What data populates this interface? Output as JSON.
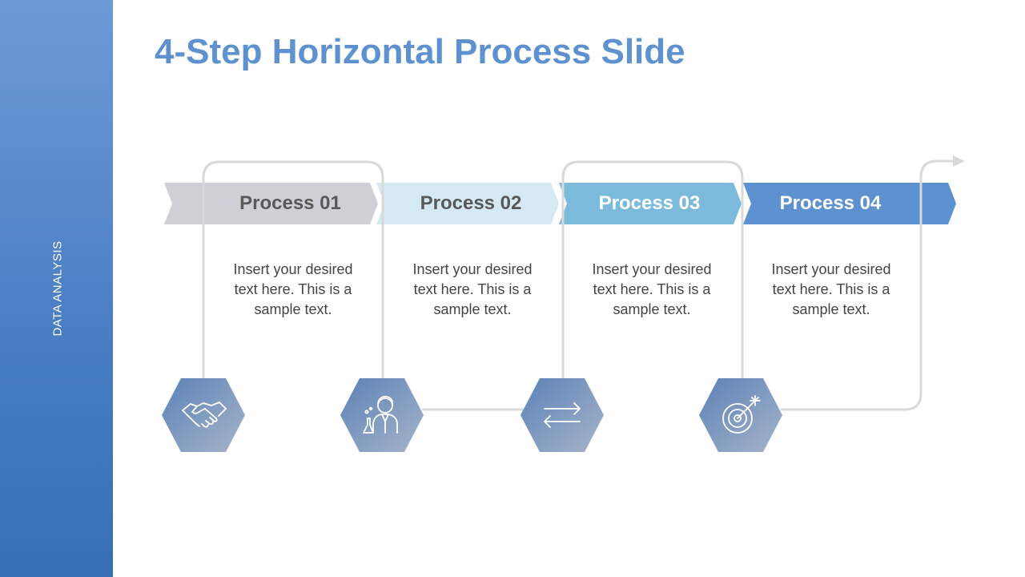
{
  "sidebar": {
    "label": "DATA ANALYSIS"
  },
  "title": "4-Step Horizontal Process Slide",
  "colors": {
    "step1_fill": "#cfd0d6",
    "step2_fill": "#d4e9f1",
    "step3_fill": "#7cbadc",
    "step4_fill": "#5e91cf",
    "connector": "#d9d9d9",
    "hex_gradient_start": "#5b82b8",
    "hex_gradient_end": "#a7b4c8"
  },
  "steps": [
    {
      "label": "Process 01",
      "label_color": "#595959",
      "description": "Insert your desired text here. This is a sample text.",
      "icon": "handshake-icon"
    },
    {
      "label": "Process 02",
      "label_color": "#595959",
      "description": "Insert your desired text here. This is a sample text.",
      "icon": "scientist-icon"
    },
    {
      "label": "Process 03",
      "label_color": "#ffffff",
      "description": "Insert your desired text here. This is a sample text.",
      "icon": "exchange-arrows-icon"
    },
    {
      "label": "Process 04",
      "label_color": "#ffffff",
      "description": "Insert your desired text here. This is a sample text.",
      "icon": "target-icon"
    }
  ]
}
